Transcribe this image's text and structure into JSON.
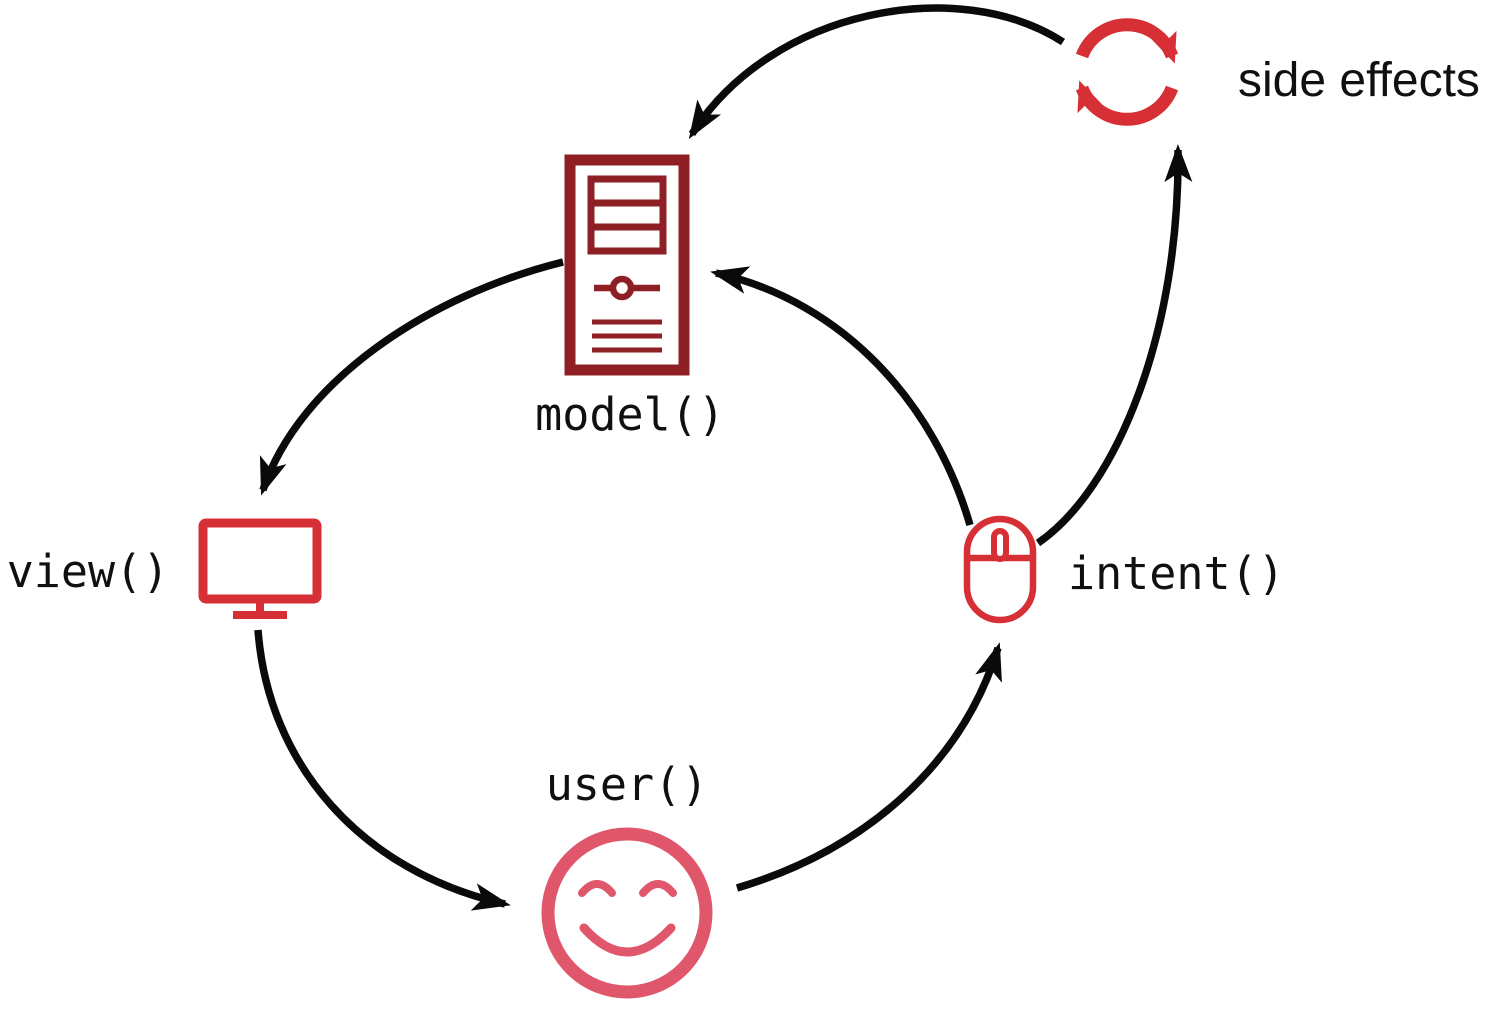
{
  "diagram": {
    "labels": {
      "model": "model()",
      "view": "view()",
      "user": "user()",
      "intent": "intent()",
      "side_effects": "side effects"
    },
    "icons": {
      "model": "server-icon",
      "view": "monitor-icon",
      "user": "smiley-face-icon",
      "intent": "mouse-icon",
      "side_effects": "sync-arrows-icon"
    },
    "edges": [
      {
        "from": "model",
        "to": "view"
      },
      {
        "from": "view",
        "to": "user"
      },
      {
        "from": "user",
        "to": "intent"
      },
      {
        "from": "intent",
        "to": "model"
      },
      {
        "from": "intent",
        "to": "side_effects"
      },
      {
        "from": "side_effects",
        "to": "model"
      }
    ],
    "colors": {
      "server_red": "#8e1f24",
      "accent_red": "#d62f35",
      "smiley_red": "#e0576b",
      "arrow_black": "#0a0a0a"
    }
  }
}
